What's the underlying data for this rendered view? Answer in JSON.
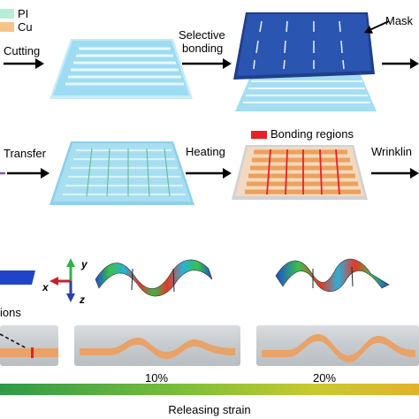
{
  "legend": {
    "pi_label": "PI",
    "cu_label": "Cu",
    "pi_color": "#b7eed7",
    "cu_color": "#f6c48a"
  },
  "row1": {
    "cutting_label": "Cutting",
    "selective_bonding_line1": "Selective",
    "selective_bonding_line2": "bonding",
    "mask_label": "Mask"
  },
  "row2": {
    "transfer_label": "Transfer",
    "heating_label": "Heating",
    "bonding_regions_label": "Bonding regions",
    "wrinkling_label": "Wrinklin",
    "bonding_color": "#e8202a"
  },
  "axes": {
    "x_label": "x",
    "y_label": "y",
    "z_label": "z"
  },
  "photos": {
    "partial_label": "ions",
    "strain_10": "10%",
    "strain_20": "20%"
  },
  "strain_bar": {
    "title": "Releasing strain"
  },
  "colors": {
    "sheet_blue": "#8fd6f0",
    "mask_navy": "#1f3f8c",
    "substrate": "#d6d6d6",
    "copper": "#e9a267"
  }
}
